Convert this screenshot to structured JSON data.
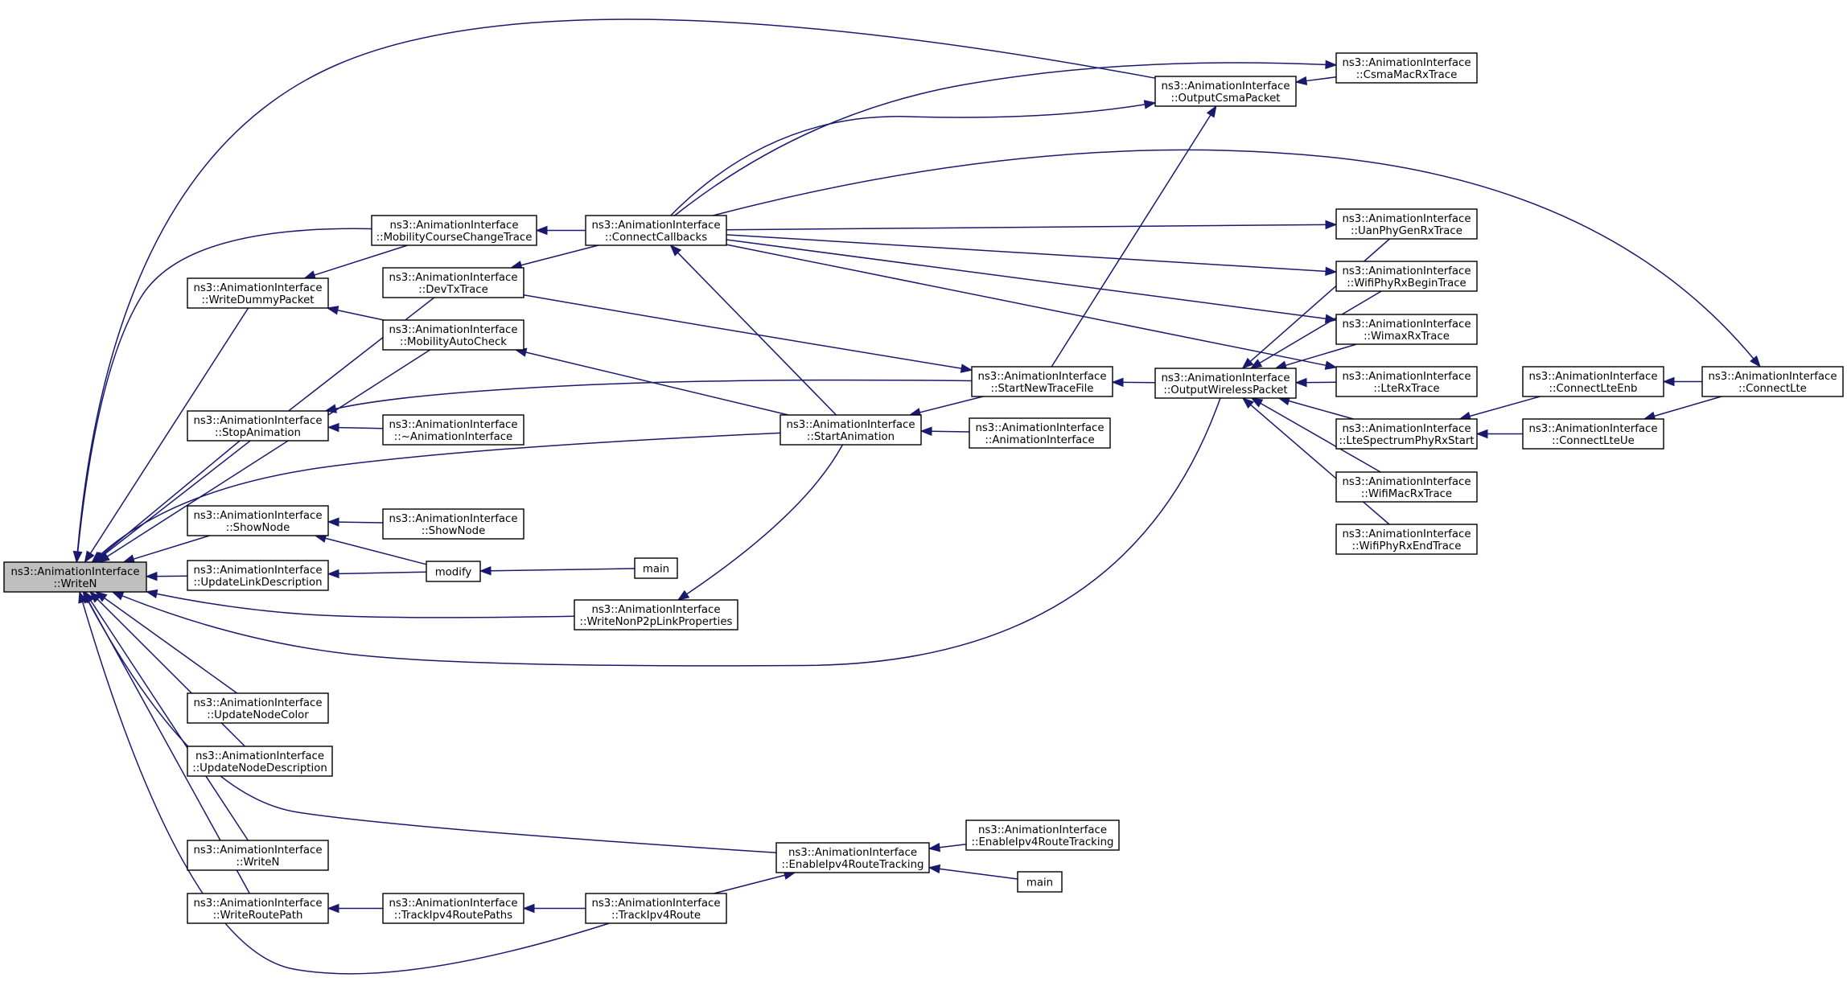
{
  "colors": {
    "edge": "#191970",
    "root_fill": "#bfbfbf",
    "node_fill": "#ffffff",
    "node_border": "#000000"
  },
  "nodes": [
    {
      "id": "writeN_root",
      "lines": [
        "ns3::AnimationInterface",
        "::WriteN"
      ],
      "root": true
    },
    {
      "id": "mobilityCourseChangeTrace",
      "lines": [
        "ns3::AnimationInterface",
        "::MobilityCourseChangeTrace"
      ]
    },
    {
      "id": "writeDummyPacket",
      "lines": [
        "ns3::AnimationInterface",
        "::WriteDummyPacket"
      ]
    },
    {
      "id": "devTxTrace",
      "lines": [
        "ns3::AnimationInterface",
        "::DevTxTrace"
      ]
    },
    {
      "id": "mobilityAutoCheck",
      "lines": [
        "ns3::AnimationInterface",
        "::MobilityAutoCheck"
      ]
    },
    {
      "id": "stopAnimation",
      "lines": [
        "ns3::AnimationInterface",
        "::StopAnimation"
      ]
    },
    {
      "id": "destructor",
      "lines": [
        "ns3::AnimationInterface",
        "::~AnimationInterface"
      ]
    },
    {
      "id": "showNode",
      "lines": [
        "ns3::AnimationInterface",
        "::ShowNode"
      ]
    },
    {
      "id": "showNode2",
      "lines": [
        "ns3::AnimationInterface",
        "::ShowNode"
      ]
    },
    {
      "id": "updateLinkDescription",
      "lines": [
        "ns3::AnimationInterface",
        "::UpdateLinkDescription"
      ]
    },
    {
      "id": "modify",
      "lines": [
        "modify"
      ]
    },
    {
      "id": "main1",
      "lines": [
        "main"
      ]
    },
    {
      "id": "writeNonP2p",
      "lines": [
        "ns3::AnimationInterface",
        "::WriteNonP2pLinkProperties"
      ]
    },
    {
      "id": "updateNodeColor",
      "lines": [
        "ns3::AnimationInterface",
        "::UpdateNodeColor"
      ]
    },
    {
      "id": "updateNodeDescription",
      "lines": [
        "ns3::AnimationInterface",
        "::UpdateNodeDescription"
      ]
    },
    {
      "id": "writeN2",
      "lines": [
        "ns3::AnimationInterface",
        "::WriteN"
      ]
    },
    {
      "id": "writeRoutePath",
      "lines": [
        "ns3::AnimationInterface",
        "::WriteRoutePath"
      ]
    },
    {
      "id": "trackIpv4RoutePaths",
      "lines": [
        "ns3::AnimationInterface",
        "::TrackIpv4RoutePaths"
      ]
    },
    {
      "id": "trackIpv4Route",
      "lines": [
        "ns3::AnimationInterface",
        "::TrackIpv4Route"
      ]
    },
    {
      "id": "enableIpv4RouteTracking",
      "lines": [
        "ns3::AnimationInterface",
        "::EnableIpv4RouteTracking"
      ]
    },
    {
      "id": "enableIpv4RouteTracking2",
      "lines": [
        "ns3::AnimationInterface",
        "::EnableIpv4RouteTracking"
      ]
    },
    {
      "id": "main2",
      "lines": [
        "main"
      ]
    },
    {
      "id": "connectCallbacks",
      "lines": [
        "ns3::AnimationInterface",
        "::ConnectCallbacks"
      ]
    },
    {
      "id": "startAnimation",
      "lines": [
        "ns3::AnimationInterface",
        "::StartAnimation"
      ]
    },
    {
      "id": "animationInterfaceCtor",
      "lines": [
        "ns3::AnimationInterface",
        "::AnimationInterface"
      ]
    },
    {
      "id": "startNewTraceFile",
      "lines": [
        "ns3::AnimationInterface",
        "::StartNewTraceFile"
      ]
    },
    {
      "id": "outputCsmaPacket",
      "lines": [
        "ns3::AnimationInterface",
        "::OutputCsmaPacket"
      ]
    },
    {
      "id": "csmaMacRxTrace",
      "lines": [
        "ns3::AnimationInterface",
        "::CsmaMacRxTrace"
      ]
    },
    {
      "id": "outputWirelessPacket",
      "lines": [
        "ns3::AnimationInterface",
        "::OutputWirelessPacket"
      ]
    },
    {
      "id": "uanPhyGenRxTrace",
      "lines": [
        "ns3::AnimationInterface",
        "::UanPhyGenRxTrace"
      ]
    },
    {
      "id": "wifiPhyRxBeginTrace",
      "lines": [
        "ns3::AnimationInterface",
        "::WifiPhyRxBeginTrace"
      ]
    },
    {
      "id": "wimaxRxTrace",
      "lines": [
        "ns3::AnimationInterface",
        "::WimaxRxTrace"
      ]
    },
    {
      "id": "lteRxTrace",
      "lines": [
        "ns3::AnimationInterface",
        "::LteRxTrace"
      ]
    },
    {
      "id": "lteSpectrumPhyRxStart",
      "lines": [
        "ns3::AnimationInterface",
        "::LteSpectrumPhyRxStart"
      ]
    },
    {
      "id": "wifiMacRxTrace",
      "lines": [
        "ns3::AnimationInterface",
        "::WifiMacRxTrace"
      ]
    },
    {
      "id": "wifiPhyRxEndTrace",
      "lines": [
        "ns3::AnimationInterface",
        "::WifiPhyRxEndTrace"
      ]
    },
    {
      "id": "connectLteEnb",
      "lines": [
        "ns3::AnimationInterface",
        "::ConnectLteEnb"
      ]
    },
    {
      "id": "connectLteUe",
      "lines": [
        "ns3::AnimationInterface",
        "::ConnectLteUe"
      ]
    },
    {
      "id": "connectLte",
      "lines": [
        "ns3::AnimationInterface",
        "::ConnectLte"
      ]
    }
  ],
  "edges": [
    {
      "from": "mobilityCourseChangeTrace",
      "to": "writeN_root"
    },
    {
      "from": "writeDummyPacket",
      "to": "writeN_root"
    },
    {
      "from": "devTxTrace",
      "to": "writeN_root"
    },
    {
      "from": "mobilityAutoCheck",
      "to": "writeN_root"
    },
    {
      "from": "stopAnimation",
      "to": "writeN_root"
    },
    {
      "from": "startAnimation",
      "to": "writeN_root"
    },
    {
      "from": "showNode",
      "to": "writeN_root"
    },
    {
      "from": "updateLinkDescription",
      "to": "writeN_root"
    },
    {
      "from": "writeNonP2p",
      "to": "writeN_root"
    },
    {
      "from": "outputWirelessPacket",
      "to": "writeN_root"
    },
    {
      "from": "updateNodeColor",
      "to": "writeN_root"
    },
    {
      "from": "updateNodeDescription",
      "to": "writeN_root"
    },
    {
      "from": "writeN2",
      "to": "writeN_root"
    },
    {
      "from": "writeRoutePath",
      "to": "writeN_root"
    },
    {
      "from": "enableIpv4RouteTracking",
      "to": "writeN_root"
    },
    {
      "from": "trackIpv4Route",
      "to": "writeN_root"
    },
    {
      "from": "outputCsmaPacket",
      "to": "writeN_root"
    },
    {
      "from": "connectCallbacks",
      "to": "mobilityCourseChangeTrace"
    },
    {
      "from": "mobilityAutoCheck",
      "to": "writeDummyPacket"
    },
    {
      "from": "mobilityCourseChangeTrace",
      "to": "writeDummyPacket"
    },
    {
      "from": "connectCallbacks",
      "to": "devTxTrace"
    },
    {
      "from": "startAnimation",
      "to": "mobilityAutoCheck"
    },
    {
      "from": "startNewTraceFile",
      "to": "stopAnimation"
    },
    {
      "from": "destructor",
      "to": "stopAnimation"
    },
    {
      "from": "showNode2",
      "to": "showNode"
    },
    {
      "from": "modify",
      "to": "showNode"
    },
    {
      "from": "modify",
      "to": "updateLinkDescription"
    },
    {
      "from": "main1",
      "to": "modify"
    },
    {
      "from": "startAnimation",
      "to": "writeNonP2p"
    },
    {
      "from": "startAnimation",
      "to": "connectCallbacks"
    },
    {
      "from": "startNewTraceFile",
      "to": "startAnimation"
    },
    {
      "from": "animationInterfaceCtor",
      "to": "startAnimation"
    },
    {
      "from": "devTxTrace",
      "to": "startNewTraceFile"
    },
    {
      "from": "outputWirelessPacket",
      "to": "startNewTraceFile"
    },
    {
      "from": "startNewTraceFile",
      "to": "outputCsmaPacket"
    },
    {
      "from": "connectCallbacks",
      "to": "outputCsmaPacket"
    },
    {
      "from": "csmaMacRxTrace",
      "to": "outputCsmaPacket"
    },
    {
      "from": "connectCallbacks",
      "to": "csmaMacRxTrace"
    },
    {
      "from": "connectCallbacks",
      "to": "uanPhyGenRxTrace"
    },
    {
      "from": "connectCallbacks",
      "to": "wifiPhyRxBeginTrace"
    },
    {
      "from": "connectCallbacks",
      "to": "wimaxRxTrace"
    },
    {
      "from": "connectCallbacks",
      "to": "lteRxTrace"
    },
    {
      "from": "connectCallbacks",
      "to": "connectLte"
    },
    {
      "from": "uanPhyGenRxTrace",
      "to": "outputWirelessPacket"
    },
    {
      "from": "wifiPhyRxBeginTrace",
      "to": "outputWirelessPacket"
    },
    {
      "from": "wimaxRxTrace",
      "to": "outputWirelessPacket"
    },
    {
      "from": "lteRxTrace",
      "to": "outputWirelessPacket"
    },
    {
      "from": "lteSpectrumPhyRxStart",
      "to": "outputWirelessPacket"
    },
    {
      "from": "wifiMacRxTrace",
      "to": "outputWirelessPacket"
    },
    {
      "from": "wifiPhyRxEndTrace",
      "to": "outputWirelessPacket"
    },
    {
      "from": "connectLteEnb",
      "to": "lteSpectrumPhyRxStart"
    },
    {
      "from": "connectLteUe",
      "to": "lteSpectrumPhyRxStart"
    },
    {
      "from": "connectLte",
      "to": "connectLteEnb"
    },
    {
      "from": "connectLte",
      "to": "connectLteUe"
    },
    {
      "from": "trackIpv4RoutePaths",
      "to": "writeRoutePath"
    },
    {
      "from": "trackIpv4Route",
      "to": "trackIpv4RoutePaths"
    },
    {
      "from": "trackIpv4Route",
      "to": "enableIpv4RouteTracking"
    },
    {
      "from": "enableIpv4RouteTracking2",
      "to": "enableIpv4RouteTracking"
    },
    {
      "from": "main2",
      "to": "enableIpv4RouteTracking"
    }
  ]
}
